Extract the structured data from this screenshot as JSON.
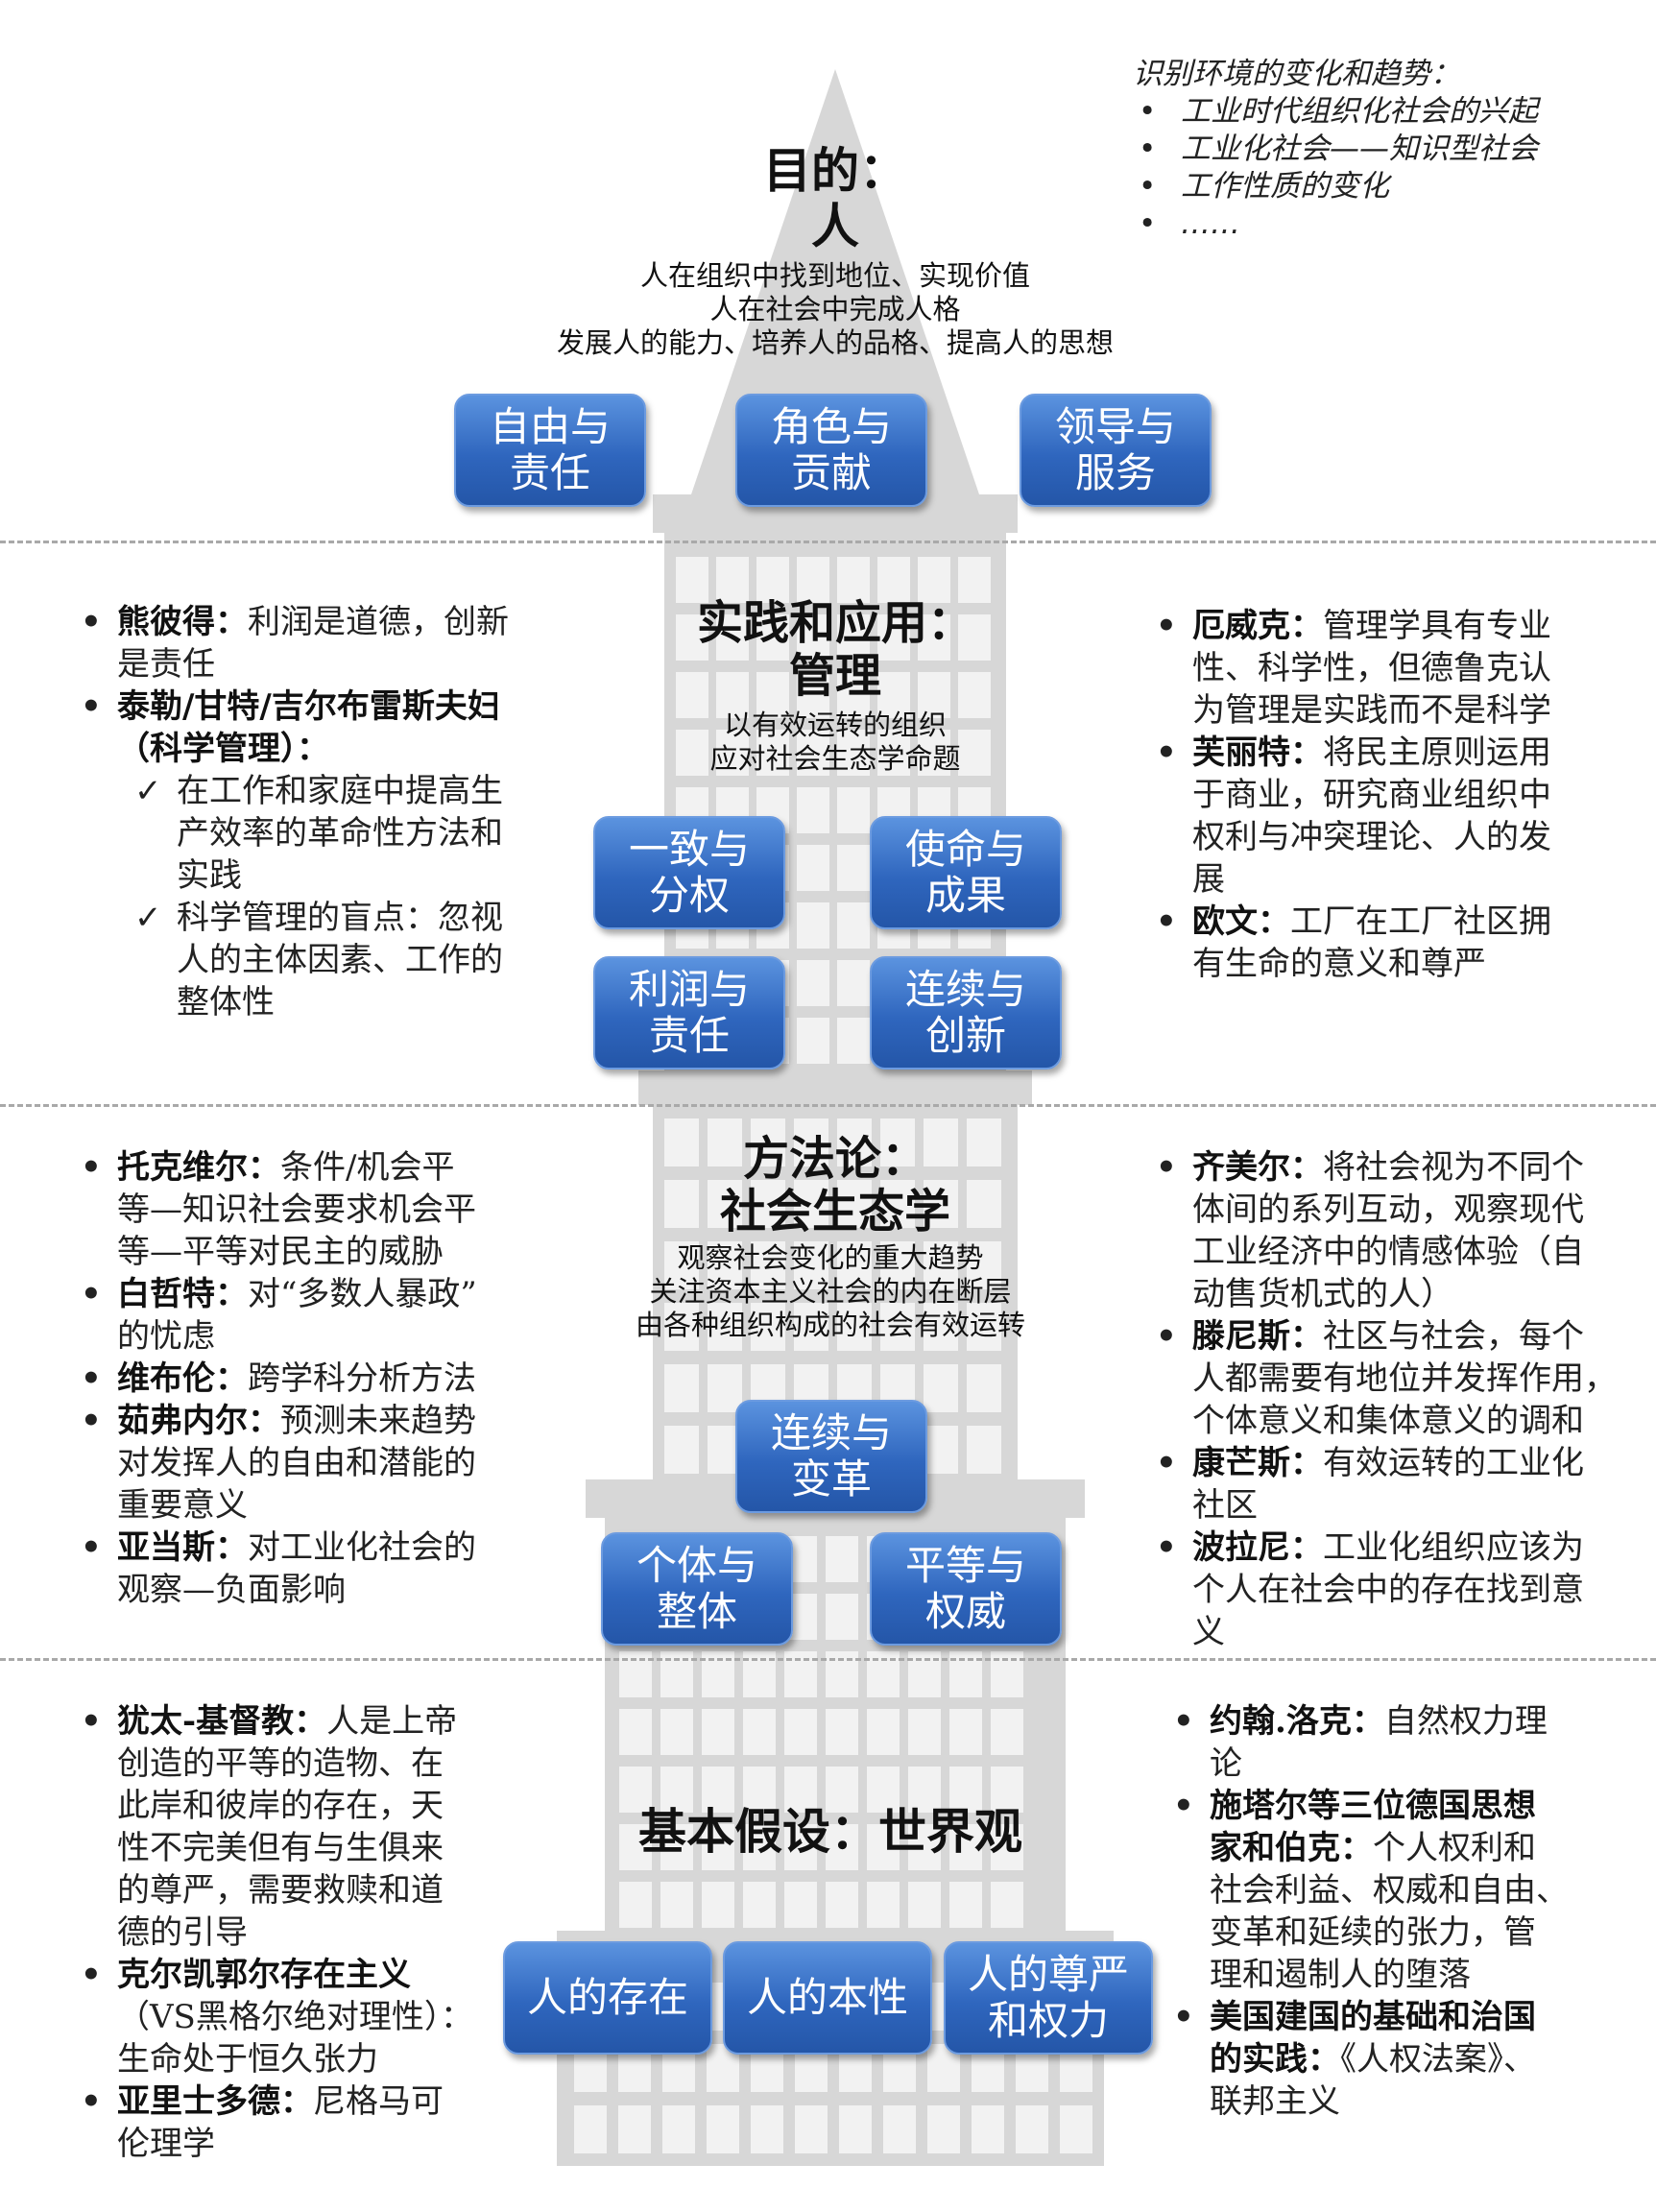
{
  "environment": {
    "title": "识别环境的变化和趋势：",
    "items": [
      "工业时代组织化社会的兴起",
      "工业化社会——知识型社会",
      "工作性质的变化",
      "……"
    ]
  },
  "levels": {
    "purpose": {
      "title_line1": "目的：",
      "title_line2": "人",
      "lines": [
        "人在组织中找到地位、实现价值",
        "人在社会中完成人格",
        "发展人的能力、培养人的品格、提高人的思想"
      ],
      "pills": [
        {
          "line1": "自由与",
          "line2": "责任"
        },
        {
          "line1": "角色与",
          "line2": "贡献"
        },
        {
          "line1": "领导与",
          "line2": "服务"
        }
      ]
    },
    "practice": {
      "title_line1": "实践和应用：",
      "title_line2": "管理",
      "lines": [
        "以有效运转的组织",
        "应对社会生态学命题"
      ],
      "pills": [
        {
          "line1": "一致与",
          "line2": "分权"
        },
        {
          "line1": "使命与",
          "line2": "成果"
        },
        {
          "line1": "利润与",
          "line2": "责任"
        },
        {
          "line1": "连续与",
          "line2": "创新"
        }
      ]
    },
    "methodology": {
      "title_line1": "方法论：",
      "title_line2": "社会生态学",
      "lines": [
        "观察社会变化的重大趋势",
        "关注资本主义社会的内在断层",
        "由各种组织构成的社会有效运转"
      ],
      "pills": [
        {
          "line1": "连续与",
          "line2": "变革"
        },
        {
          "line1": "个体与",
          "line2": "整体"
        },
        {
          "line1": "平等与",
          "line2": "权威"
        }
      ]
    },
    "assumptions": {
      "title": "基本假设：世界观",
      "pills": [
        {
          "line1": "人的存在",
          "line2": ""
        },
        {
          "line1": "人的本性",
          "line2": ""
        },
        {
          "line1": "人的尊严",
          "line2": "和权力"
        }
      ]
    }
  },
  "practice_left": [
    {
      "name": "熊彼得：",
      "lines": [
        "利润是道德，创新",
        "是责任"
      ]
    },
    {
      "name": "泰勒/甘特/吉尔布雷斯夫妇",
      "lines": [
        "（科学管理）："
      ],
      "lines_bold": true,
      "subs": [
        [
          "在工作和家庭中提高生",
          "产效率的革命性方法和",
          "实践"
        ],
        [
          "科学管理的盲点：忽视",
          "人的主体因素、工作的",
          "整体性"
        ]
      ]
    }
  ],
  "check_mark": "✓",
  "practice_right": [
    {
      "name": "厄威克：",
      "lines": [
        "管理学具有专业",
        "性、科学性，但德鲁克认",
        "为管理是实践而不是科学"
      ]
    },
    {
      "name": "芙丽特：",
      "lines": [
        "将民主原则运用",
        "于商业，研究商业组织中",
        "权利与冲突理论、人的发",
        "展"
      ]
    },
    {
      "name": "欧文：",
      "lines": [
        "工厂在工厂社区拥",
        "有生命的意义和尊严"
      ]
    }
  ],
  "methodology_left": [
    {
      "name": "托克维尔：",
      "lines": [
        "条件/机会平",
        "等—知识社会要求机会平",
        "等—平等对民主的威胁"
      ]
    },
    {
      "name": "白哲特：",
      "lines": [
        "对“多数人暴政”",
        "的忧虑"
      ]
    },
    {
      "name": "维布伦：",
      "lines": [
        "跨学科分析方法"
      ]
    },
    {
      "name": "茹弗内尔：",
      "lines": [
        "预测未来趋势",
        "对发挥人的自由和潜能的",
        "重要意义"
      ]
    },
    {
      "name": "亚当斯：",
      "lines": [
        "对工业化社会的",
        "观察—负面影响"
      ]
    }
  ],
  "methodology_right": [
    {
      "name": "齐美尔：",
      "lines": [
        "将社会视为不同个",
        "体间的系列互动，观察现代",
        "工业经济中的情感体验（自",
        "动售货机式的人）"
      ]
    },
    {
      "name": "滕尼斯：",
      "lines": [
        "社区与社会，每个",
        "人都需要有地位并发挥作用，",
        "个体意义和集体意义的调和"
      ]
    },
    {
      "name": "康芒斯：",
      "lines": [
        "有效运转的工业化",
        "社区"
      ]
    },
    {
      "name": "波拉尼：",
      "lines": [
        "工业化组织应该为",
        "个人在社会中的存在找到意",
        "义"
      ]
    }
  ],
  "assumptions_left": [
    {
      "name": "犹太-基督教：",
      "lines": [
        "人是上帝",
        "创造的平等的造物、在",
        "此岸和彼岸的存在，天",
        "性不完美但有与生俱来",
        "的尊严，需要救赎和道",
        "德的引导"
      ]
    },
    {
      "name": "克尔凯郭尔存在主义",
      "lines": [
        "（VS黑格尔绝对理性）：",
        "生命处于恒久张力"
      ]
    },
    {
      "name": "亚里士多德：",
      "lines": [
        "尼格马可",
        "伦理学"
      ]
    }
  ],
  "assumptions_right": [
    {
      "name": "约翰.洛克：",
      "lines": [
        "自然权力理",
        "论"
      ]
    },
    {
      "name": "施塔尔等三位德国思想",
      "lines": [
        "家和伯克：个人权利和",
        "社会利益、权威和自由、",
        "变革和延续的张力，管",
        "理和遏制人的堕落"
      ],
      "first_bold": "家和伯克："
    },
    {
      "name": "美国建国的基础和治国",
      "lines": [
        "的实践：《人权法案》、",
        "联邦主义"
      ],
      "first_bold": "的实践："
    }
  ]
}
